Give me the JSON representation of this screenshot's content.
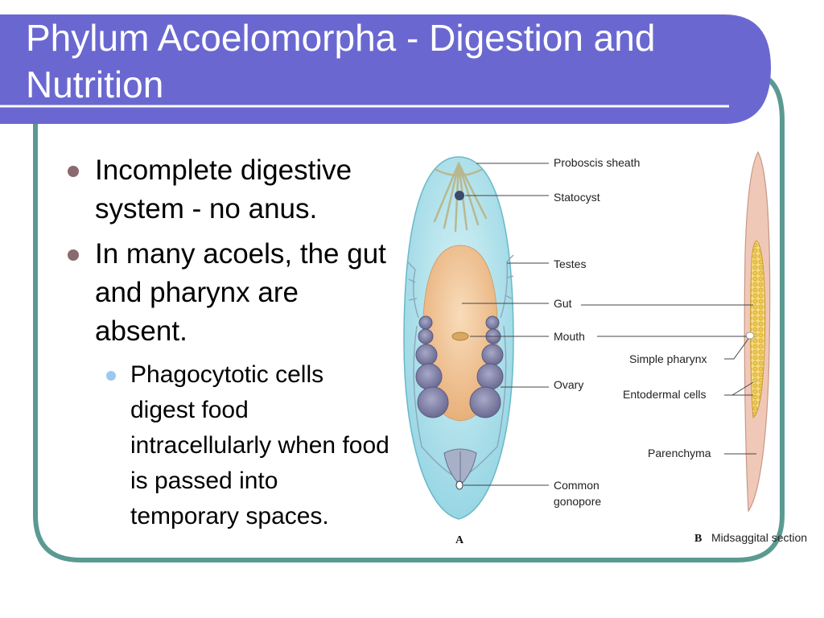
{
  "slide": {
    "title": "Phylum Acoelomorpha - Digestion and Nutrition",
    "bullets": [
      {
        "text": "Incomplete digestive system - no anus."
      },
      {
        "text": "In many acoels, the gut and pharynx are absent."
      }
    ],
    "subbullets": [
      {
        "text": "Phagocytotic cells digest food intracellularly when food is passed into temporary spaces."
      }
    ]
  },
  "figure": {
    "labels_a": {
      "proboscis_sheath": "Proboscis sheath",
      "statocyst": "Statocyst",
      "testes": "Testes",
      "gut": "Gut",
      "mouth": "Mouth",
      "ovary": "Ovary",
      "common_gonopore_1": "Common",
      "common_gonopore_2": "gonopore"
    },
    "labels_b": {
      "simple_pharynx": "Simple pharynx",
      "entodermal_cells": "Entodermal cells",
      "parenchyma": "Parenchyma"
    },
    "panel_a": "A",
    "panel_b": "B",
    "caption_b": "Midsaggital section"
  },
  "colors": {
    "header": "#6a68d0",
    "frame": "#5a9a92",
    "body_fill": "#b4e4ee",
    "gut_fill": "#f2c79a",
    "ovary_fill": "#7a7aa0",
    "section_fill": "#f0c8b8",
    "entoderm_fill": "#f2d070"
  }
}
